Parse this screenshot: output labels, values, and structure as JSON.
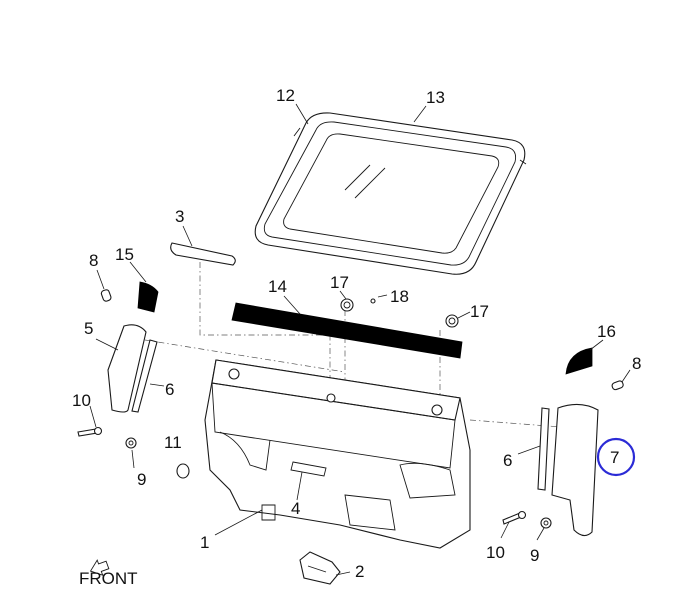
{
  "diagram": {
    "front_label": "FRONT",
    "highlight_color": "#2b2bd6",
    "callouts": {
      "c12": "12",
      "c13": "13",
      "c3": "3",
      "c8_left": "8",
      "c15": "15",
      "c17_top": "17",
      "c18": "18",
      "c14": "14",
      "c17_right": "17",
      "c16": "16",
      "c8_right": "8",
      "c5": "5",
      "c6_left": "6",
      "c10_left": "10",
      "c11": "11",
      "c9_left": "9",
      "c6_right": "6",
      "c7": "7",
      "c4": "4",
      "c1": "1",
      "c10_right": "10",
      "c9_right": "9",
      "c2": "2"
    }
  }
}
